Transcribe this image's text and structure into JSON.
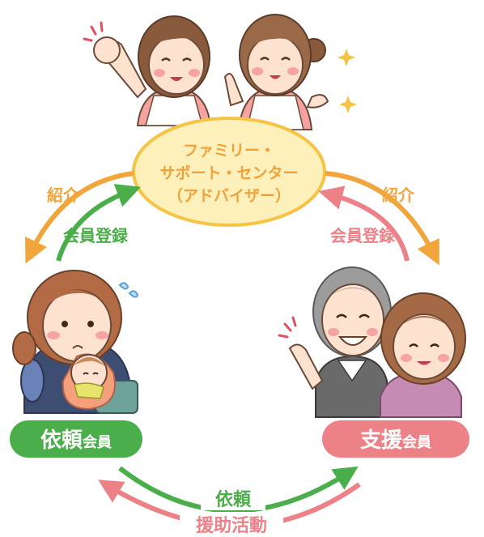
{
  "center": {
    "line1": "ファミリー・",
    "line2": "サポート・センター",
    "line3": "（アドバイザー）"
  },
  "left_flow": {
    "intro": "紹介",
    "register": "会員登録"
  },
  "right_flow": {
    "intro": "紹介",
    "register": "会員登録"
  },
  "requester": {
    "main": "依頼",
    "suffix": "会員"
  },
  "supporter": {
    "main": "支援",
    "suffix": "会員"
  },
  "bottom_flow": {
    "request": "依頼",
    "support": "援助活動"
  },
  "colors": {
    "orange": "#f2a53b",
    "green": "#4aae4a",
    "pink": "#ec8288",
    "center_fill": "#fdf0bb",
    "center_stroke": "#f6c445",
    "center_text": "#f0a23a"
  }
}
